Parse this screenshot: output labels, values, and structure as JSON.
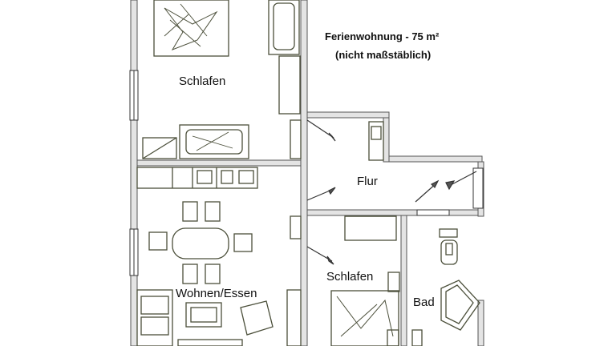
{
  "plan": {
    "title": "Ferienwohnung - 75 m²",
    "subtitle": "(nicht maßstäblich)",
    "rooms": {
      "schlafen_1": "Schlafen",
      "flur": "Flur",
      "wohnen_essen": "Wohnen/Essen",
      "schlafen_2": "Schlafen",
      "bad": "Bad"
    }
  },
  "colors": {
    "wall_fill": "#e4e4e4",
    "wall_line": "#555555",
    "furniture": "#4b4f3a",
    "background": "#ffffff"
  }
}
